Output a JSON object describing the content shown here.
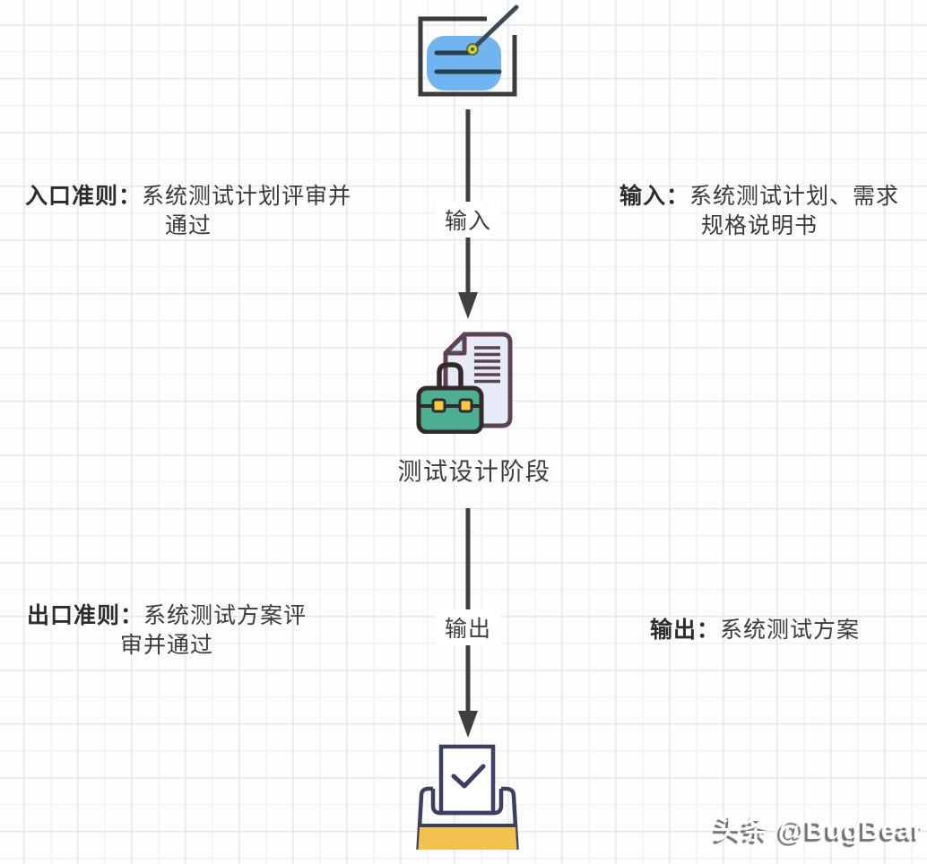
{
  "flow": {
    "start_icon": "note-pencil",
    "input_arrow_label": "输入",
    "stage_icon": "briefcase-document",
    "stage_label": "测试设计阶段",
    "output_arrow_label": "输出",
    "end_icon": "ballot-box"
  },
  "annotations": {
    "entry_criteria": {
      "prefix": "入口准则：",
      "line1": "系统测试计划评审并",
      "line2": "通过"
    },
    "input": {
      "prefix": "输入：",
      "line1": "系统测试计划、需求",
      "line2": "规格说明书"
    },
    "exit_criteria": {
      "prefix": "出口准则：",
      "line1": "系统测试方案评",
      "line2": "审并通过"
    },
    "output": {
      "prefix": "输出：",
      "line1": "系统测试方案",
      "line2": ""
    }
  },
  "watermark": "头条 @BugBear",
  "colors": {
    "note_blue": "#70b4f0",
    "note_frame": "#3b3b3b",
    "note_line": "#29404e",
    "pen": "#3b4a54",
    "pen_dot_green": "#c0d23f",
    "document_fill": "#e7ebf7",
    "document_fold": "#d0e9f5",
    "document_outline": "#5d4352",
    "briefcase_teal": "#4caf94",
    "briefcase_outline": "#322a29",
    "clasp_yellow": "#f6ca43",
    "ballot_outline": "#3a4160",
    "ballot_yellow": "#f2c14e",
    "arrow_gray": "#3f3f3f"
  }
}
